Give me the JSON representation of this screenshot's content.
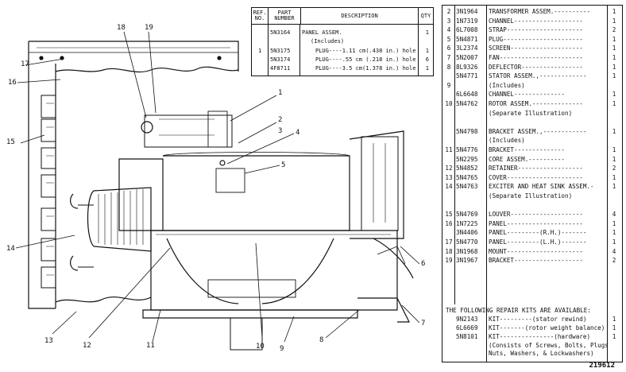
{
  "small_table": {
    "headers": {
      "ref": "REF. NO.",
      "part": "PART NUMBER",
      "description": "DESCRIPTION",
      "qty": "QTY"
    },
    "rows": [
      {
        "ref": "",
        "part": "5N3164",
        "desc": "PANEL ASSEM.",
        "qty": "1"
      },
      {
        "ref": "",
        "part": "",
        "desc": "(Includes)",
        "qty": ""
      },
      {
        "ref": "1",
        "part": "5N3175",
        "desc": "PLUG----1.11 cm(.438 in.) hole",
        "qty": "1"
      },
      {
        "ref": "",
        "part": "5N3174",
        "desc": "PLUG----.55 cm (.218 in.) hole",
        "qty": "6"
      },
      {
        "ref": "",
        "part": "4F8711",
        "desc": "PLUG----3.5 cm(1.378 in.) hole",
        "qty": "1"
      }
    ]
  },
  "parts_list": [
    {
      "ref": "2",
      "part": "3N1964",
      "desc": "TRANSFORMER ASSEM.----------",
      "qty": "1"
    },
    {
      "ref": "3",
      "part": "1N7319",
      "desc": "CHANNEL-------------------",
      "qty": "1"
    },
    {
      "ref": "4",
      "part": "6L7008",
      "desc": "STRAP---------------------",
      "qty": "2"
    },
    {
      "ref": "5",
      "part": "5N4871",
      "desc": "PLUG----------------------",
      "qty": "1"
    },
    {
      "ref": "6",
      "part": "3L2374",
      "desc": "SCREEN--------------------",
      "qty": "1"
    },
    {
      "ref": "7",
      "part": "5N2007",
      "desc": "FAN-----------------------",
      "qty": "1"
    },
    {
      "ref": "8",
      "part": "8L9326",
      "desc": "DEFLECTOR-----------------",
      "qty": "1"
    },
    {
      "ref": "",
      "part": "5N4771",
      "desc": "STATOR ASSEM.,-------------",
      "qty": "1"
    },
    {
      "ref": "9",
      "part": "",
      "desc": "   (Includes)",
      "qty": ""
    },
    {
      "ref": "",
      "part": "6L6648",
      "desc": "      CHANNEL--------------",
      "qty": "1"
    },
    {
      "ref": "10",
      "part": "5N4762",
      "desc": "ROTOR ASSEM.--------------",
      "qty": "1"
    },
    {
      "ref": "",
      "part": "",
      "desc": "   (Separate Illustration)",
      "qty": ""
    },
    {
      "ref": "",
      "part": "",
      "desc": "",
      "qty": ""
    },
    {
      "ref": "",
      "part": "5N4798",
      "desc": "BRACKET ASSEM.,------------",
      "qty": "1"
    },
    {
      "ref": "",
      "part": "",
      "desc": "   (Includes)",
      "qty": ""
    },
    {
      "ref": "11",
      "part": "5N4776",
      "desc": "      BRACKET--------------",
      "qty": "1"
    },
    {
      "ref": "",
      "part": "5N2295",
      "desc": "      CORE ASSEM.----------",
      "qty": "1"
    },
    {
      "ref": "12",
      "part": "5N4852",
      "desc": "RETAINER------------------",
      "qty": "2"
    },
    {
      "ref": "13",
      "part": "5N4765",
      "desc": "COVER---------------------",
      "qty": "1"
    },
    {
      "ref": "14",
      "part": "5N4763",
      "desc": "EXCITER AND HEAT SINK ASSEM.-",
      "qty": "1"
    },
    {
      "ref": "",
      "part": "",
      "desc": "   (Separate Illustration)",
      "qty": ""
    },
    {
      "ref": "",
      "part": "",
      "desc": "",
      "qty": ""
    },
    {
      "ref": "15",
      "part": "5N4769",
      "desc": "LOUVER--------------------",
      "qty": "4"
    },
    {
      "ref": "16",
      "part": "1N7225",
      "desc": "PANEL---------------------",
      "qty": "1"
    },
    {
      "ref": "",
      "part": "3N4406",
      "desc": "PANEL---------(R.H.)-------",
      "qty": "1"
    },
    {
      "ref": "17",
      "part": "5N4770",
      "desc": "PANEL---------(L.H.)-------",
      "qty": "1"
    },
    {
      "ref": "18",
      "part": "3N1968",
      "desc": "MOUNT---------------------",
      "qty": "4"
    },
    {
      "ref": "19",
      "part": "3N1967",
      "desc": "BRACKET-------------------",
      "qty": "2"
    }
  ],
  "kits": {
    "heading": "THE FOLLOWING REPAIR KITS ARE AVAILABLE:",
    "rows": [
      {
        "part": "9N2143",
        "desc": "KIT---------(stator rewind)",
        "qty": "1"
      },
      {
        "part": "6L6669",
        "desc": "KIT-------(rotor weight balance)",
        "qty": "1"
      },
      {
        "part": "5N8101",
        "desc": "KIT---------------(hardware)",
        "qty": "1"
      }
    ],
    "note_lines": [
      "(Consists of Screws, Bolts, Plugs",
      "Nuts, Washers, & Lockwashers)"
    ]
  },
  "figure_code": "219612",
  "callouts": [
    "1",
    "2",
    "3",
    "4",
    "5",
    "6",
    "7",
    "8",
    "9",
    "10",
    "11",
    "12",
    "13",
    "14",
    "15",
    "16",
    "17",
    "18",
    "19"
  ]
}
